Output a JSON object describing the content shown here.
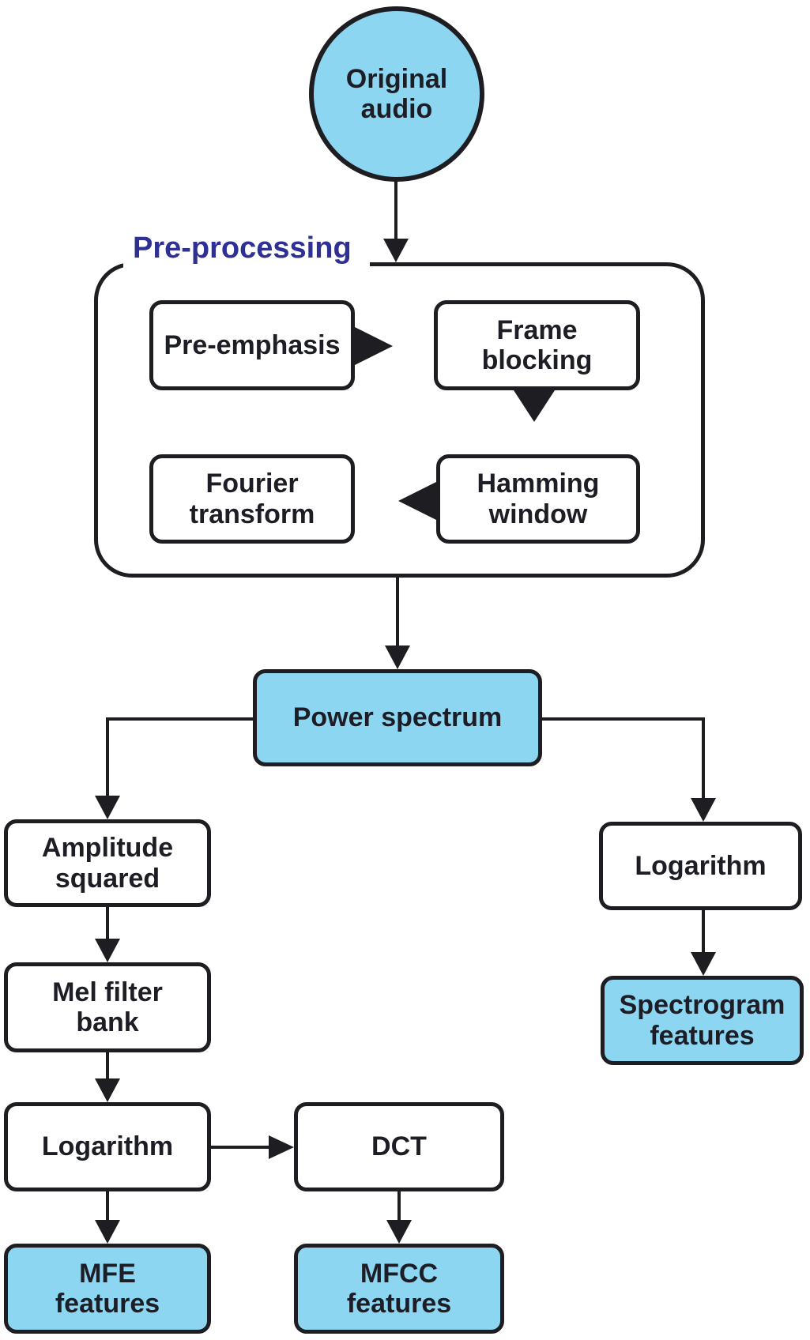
{
  "diagram": {
    "group_label": "Pre-processing",
    "nodes": {
      "original_audio": {
        "label": "Original audio",
        "shape": "circle",
        "fill": "blue"
      },
      "pre_emphasis": {
        "label": "Pre-emphasis",
        "shape": "rounded-rect",
        "fill": "white"
      },
      "frame_blocking": {
        "label": "Frame blocking",
        "shape": "rounded-rect",
        "fill": "white"
      },
      "fourier_transform": {
        "label": "Fourier transform",
        "shape": "rounded-rect",
        "fill": "white"
      },
      "hamming_window": {
        "label": "Hamming window",
        "shape": "rounded-rect",
        "fill": "white"
      },
      "power_spectrum": {
        "label": "Power spectrum",
        "shape": "rounded-rect",
        "fill": "blue"
      },
      "amplitude_squared": {
        "label": "Amplitude squared",
        "shape": "rounded-rect",
        "fill": "white"
      },
      "mel_filter_bank": {
        "label": "Mel filter bank",
        "shape": "rounded-rect",
        "fill": "white"
      },
      "logarithm_left": {
        "label": "Logarithm",
        "shape": "rounded-rect",
        "fill": "white"
      },
      "mfe_features": {
        "label": "MFE features",
        "shape": "rounded-rect",
        "fill": "blue"
      },
      "dct": {
        "label": "DCT",
        "shape": "rounded-rect",
        "fill": "white"
      },
      "mfcc_features": {
        "label": "MFCC features",
        "shape": "rounded-rect",
        "fill": "blue"
      },
      "logarithm_right": {
        "label": "Logarithm",
        "shape": "rounded-rect",
        "fill": "white"
      },
      "spectrogram_features": {
        "label": "Spectrogram features",
        "shape": "rounded-rect",
        "fill": "blue"
      }
    },
    "colors": {
      "node_fill_blue": "#8CD6F2",
      "node_fill_white": "#FFFFFF",
      "stroke": "#1E1E22",
      "group_label_blue": "#2E3093",
      "text": "#1D1D26",
      "background": "#FFFFFF"
    }
  }
}
